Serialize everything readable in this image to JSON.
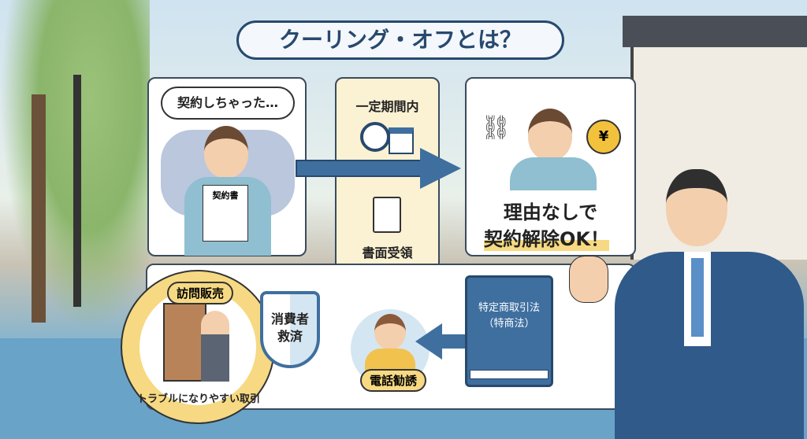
{
  "title": "クーリング・オフとは？",
  "step1": {
    "thought": "契約しちゃった…",
    "document": "契約書"
  },
  "conditions": {
    "period": "一定期間内",
    "receipt": "書面受領"
  },
  "result": {
    "line1": "理由なしで",
    "line2": "契約解除OK！",
    "money_symbol": "¥"
  },
  "bottom": {
    "door_sales": "訪問販売",
    "ring_caption": "トラブルになりやすい取引",
    "shield": [
      "消費者",
      "救済"
    ],
    "phone_sales": "電話勧誘",
    "law": [
      "特定商取引法",
      "（特商法）"
    ]
  },
  "colors": {
    "navy": "#27496d",
    "arrow": "#3f6f9f",
    "yellow": "#f6d982"
  }
}
